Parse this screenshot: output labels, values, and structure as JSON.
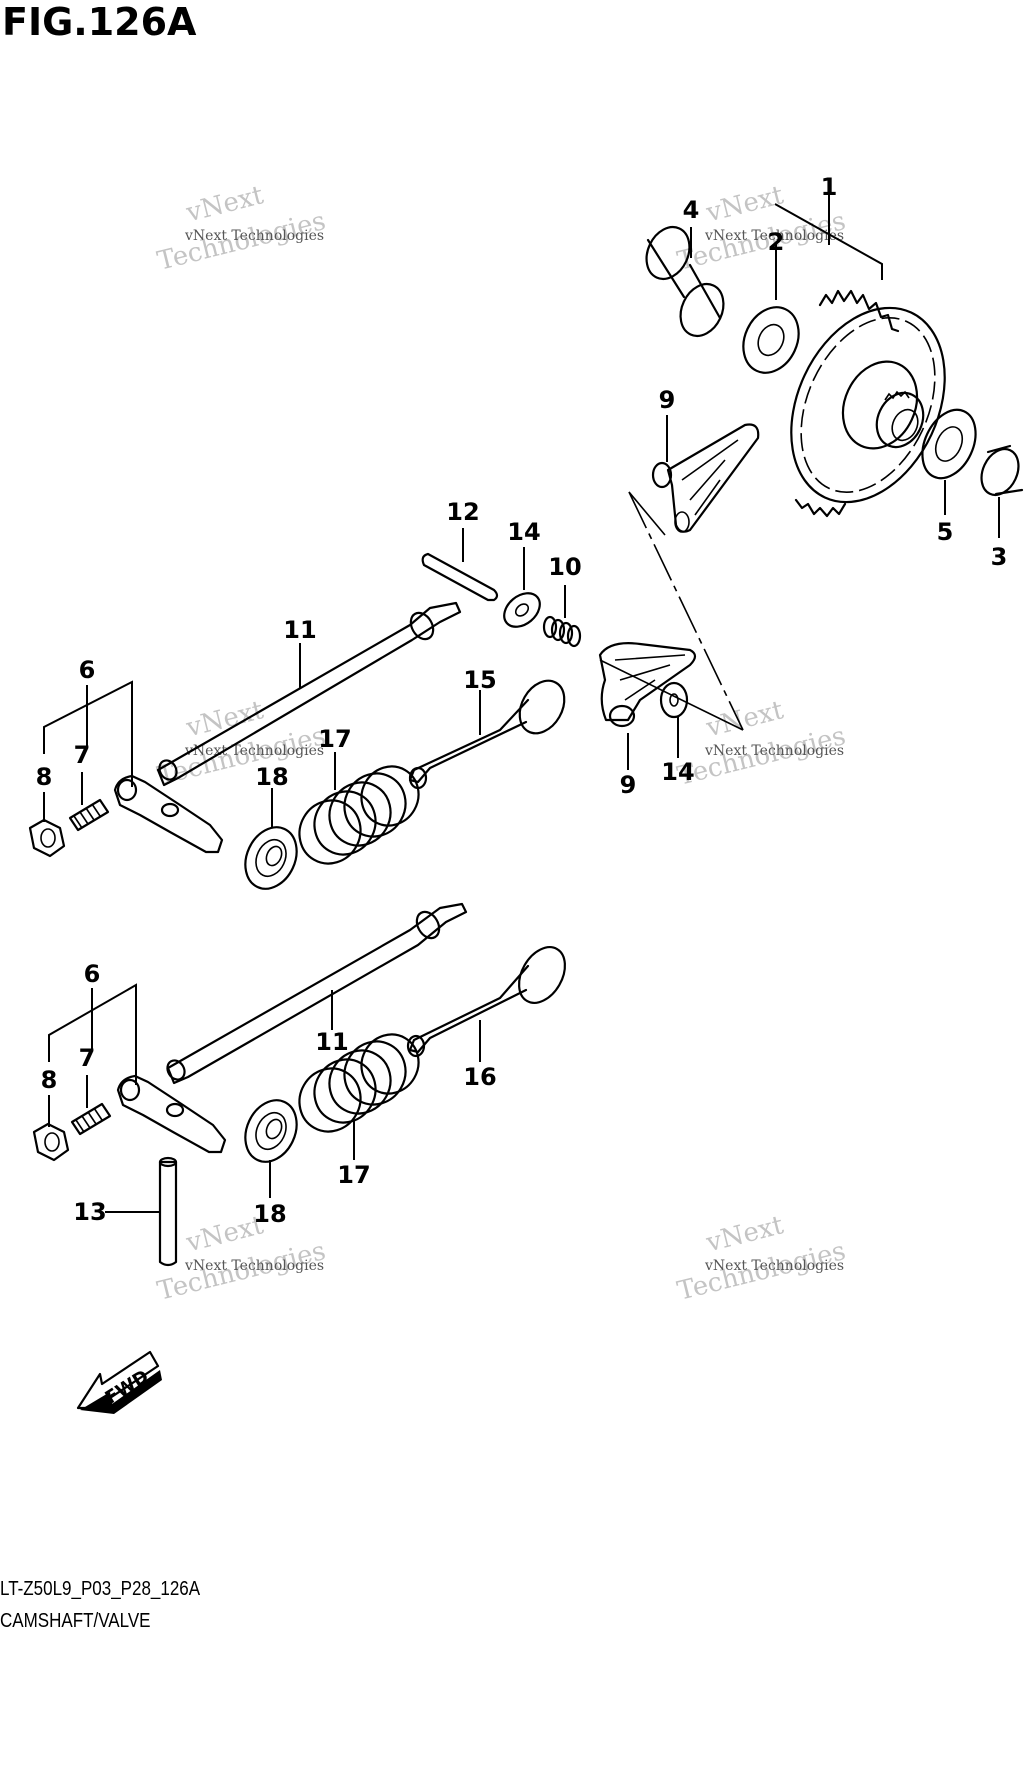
{
  "figure": {
    "title": "FIG.126A",
    "ref_code": "LT-Z50L9_P03_P28_126A",
    "section": "CAMSHAFT/VALVE",
    "fwd_label": "FWD"
  },
  "watermark": {
    "line1": "vNext",
    "line2": "Technologies",
    "line3": "vNext Technologies"
  },
  "callouts": {
    "c1": "1",
    "c2": "2",
    "c3": "3",
    "c4": "4",
    "c5": "5",
    "c6a": "6",
    "c6b": "6",
    "c7a": "7",
    "c7b": "7",
    "c8a": "8",
    "c8b": "8",
    "c9a": "9",
    "c9b": "9",
    "c10": "10",
    "c11a": "11",
    "c11b": "11",
    "c12": "12",
    "c13": "13",
    "c14a": "14",
    "c14b": "14",
    "c15": "15",
    "c16": "16",
    "c17a": "17",
    "c17b": "17",
    "c18a": "18",
    "c18b": "18"
  }
}
